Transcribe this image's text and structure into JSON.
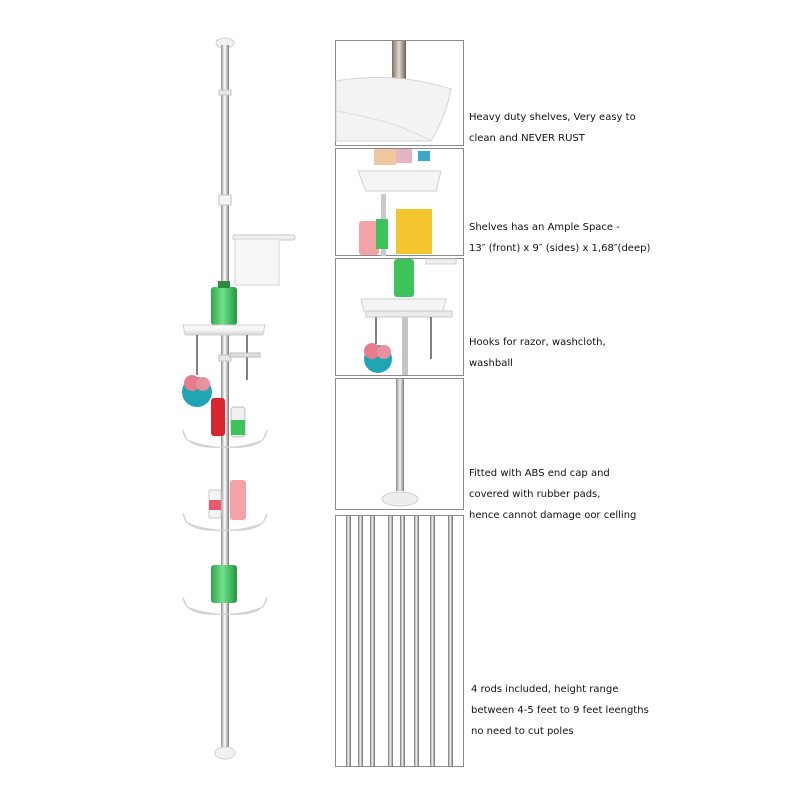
{
  "features": [
    {
      "lines": [
        "Heavy duty shelves, Very easy to",
        "clean and NEVER RUST"
      ]
    },
    {
      "lines": [
        "Shelves has an Ample Space -",
        "13″ (front) x 9″ (sides) x 1,68″(deep)"
      ]
    },
    {
      "lines": [
        "Hooks for razor, washcloth,",
        "washball"
      ]
    },
    {
      "lines": [
        "Fitted with ABS end cap and",
        "covered with rubber pads,",
        "hence cannot damage oor celling"
      ]
    },
    {
      "lines": [
        "4 rods included, height range",
        "between 4-5 feet to 9 feet leengths",
        "no need to cut poles"
      ]
    }
  ],
  "colors": {
    "bottle_green": "#3cc35a",
    "bottle_red": "#d8262f",
    "bottle_pink": "#f3a3a8",
    "towel_yellow": "#f2c62c",
    "sponge_teal": "#1fa6b5",
    "sponge_pink": "#e77c8e",
    "shelf_white": "#f4f4f4",
    "panel_border": "#8a8a8a"
  }
}
